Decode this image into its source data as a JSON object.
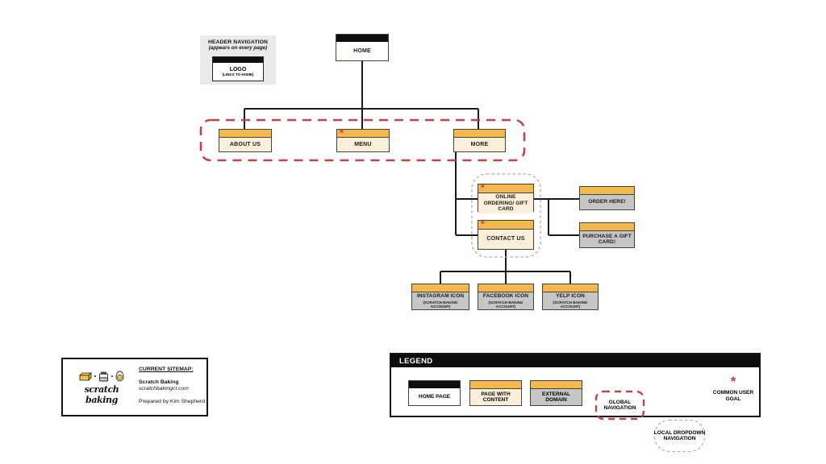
{
  "meta": {
    "title": "Scratch Baking current sitemap diagram"
  },
  "colors": {
    "page_header_yellow": "#F2B84E",
    "page_body_cream": "#FAF0D9",
    "external_domain_gray": "#C6C6C6",
    "home_bar_black": "#0F0F0F",
    "global_nav_red": "#C2424E",
    "local_dropdown_pink": "#DC9D98",
    "goal_asterisk_red": "#C23B48",
    "note_background_gray": "#EAEAEA"
  },
  "symbols": {
    "goal_asterisk": "*"
  },
  "header_note": {
    "title": "HEADER NAVIGATION",
    "subtitle": "(appears on every page)",
    "logo_label": "LOGO",
    "logo_sub": "(LINKS TO HOME)"
  },
  "nodes": {
    "home": {
      "label": "HOME"
    },
    "about": {
      "label": "ABOUT US"
    },
    "menu": {
      "label": "MENU"
    },
    "more": {
      "label": "MORE"
    },
    "online_ordering": {
      "label": "ONLINE ORDERING/ GIFT CARD"
    },
    "contact": {
      "label": "CONTACT US"
    },
    "order_here": {
      "label": "ORDER HERE!"
    },
    "purchase": {
      "label": "PURCHASE A GIFT CARD!"
    },
    "instagram": {
      "label": "INSTAGRAM ICON",
      "sub": "(SCRATCH BAKING ACCOUNT)"
    },
    "facebook": {
      "label": "FACEBOOK ICON",
      "sub": "(SCRATCH BAKING ACCOUNT)"
    },
    "yelp": {
      "label": "YELP ICON",
      "sub": "(SCRATCH BAKING ACCOUNT)"
    }
  },
  "footer": {
    "heading": "CURRENT SITEMAP:",
    "site_name": "Scratch Baking",
    "site_url": "scratchbakingct.com",
    "prepared_by": "Prepared by Kim Shepherd",
    "logo_text": "scratch baking"
  },
  "legend": {
    "title": "LEGEND",
    "items": [
      {
        "label": "HOME PAGE"
      },
      {
        "label": "PAGE WITH CONTENT"
      },
      {
        "label": "EXTERNAL DOMAIN"
      },
      {
        "label": "GLOBAL NAVIGATION"
      },
      {
        "label": "LOCAL DROPDOWN NAVIGATION"
      },
      {
        "label": "COMMON USER GOAL"
      }
    ]
  }
}
